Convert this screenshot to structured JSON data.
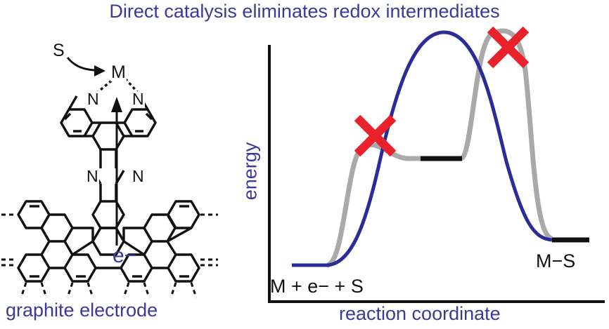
{
  "title": "Direct catalysis eliminates redox intermediates",
  "electrode_label": "graphite electrode",
  "electron_label": "e−",
  "atoms": {
    "substrate": "S",
    "metal": "M",
    "n_left": "N",
    "n_right": "N",
    "n_pyz_left": "N",
    "n_pyz_right": "N"
  },
  "plot": {
    "y_label": "energy",
    "x_label": "reaction coordinate",
    "start_label": "M + e− + S",
    "end_label": "M−S"
  },
  "colors": {
    "title": "#3a3a9a",
    "direct_path": "#2c2c99",
    "stepwise_path": "#a9a9a9",
    "cross": "#e8212b",
    "structure": "#111111"
  }
}
